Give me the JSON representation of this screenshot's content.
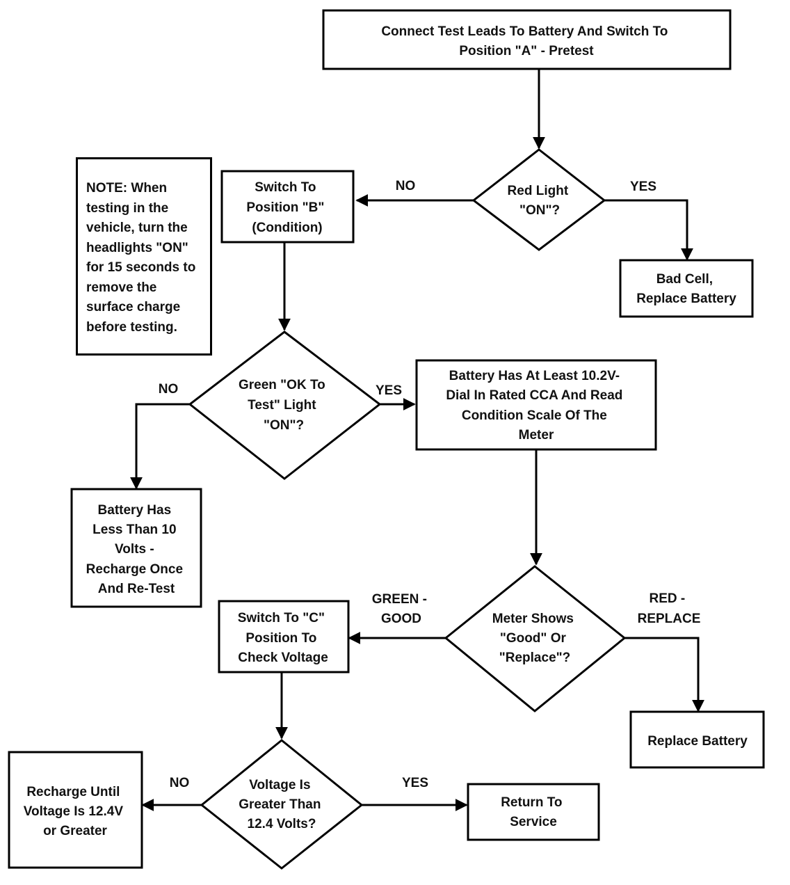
{
  "nodes": {
    "start": [
      "Connect Test Leads To Battery And Switch To",
      "Position \"A\" - Pretest"
    ],
    "red_light": [
      "Red Light",
      "\"ON\"?"
    ],
    "switch_b": [
      "Switch To",
      "Position \"B\"",
      "(Condition)"
    ],
    "bad_cell": [
      "Bad Cell,",
      "Replace Battery"
    ],
    "green_light": [
      "Green \"OK To",
      "Test\" Light",
      "\"ON\"?"
    ],
    "at_least": [
      "Battery Has At Least 10.2V-",
      "Dial In Rated CCA And Read",
      "Condition Scale Of The",
      "Meter"
    ],
    "less_than": [
      "Battery Has",
      "Less Than 10",
      "Volts -",
      "Recharge Once",
      "And Re-Test"
    ],
    "meter_shows": [
      "Meter Shows",
      "\"Good\" Or",
      "\"Replace\"?"
    ],
    "switch_c": [
      "Switch To \"C\"",
      "Position To",
      "Check Voltage"
    ],
    "replace_battery": [
      "Replace Battery"
    ],
    "voltage_q": [
      "Voltage Is",
      "Greater Than",
      "12.4 Volts?"
    ],
    "recharge_until": [
      "Recharge Until",
      "Voltage Is 12.4V",
      "or Greater"
    ],
    "return": [
      "Return To",
      "Service"
    ]
  },
  "edge_labels": {
    "red_no": "NO",
    "red_yes": "YES",
    "green_no": "NO",
    "green_yes": "YES",
    "meter_green": [
      "GREEN -",
      "GOOD"
    ],
    "meter_red": [
      "RED -",
      "REPLACE"
    ],
    "volt_no": "NO",
    "volt_yes": "YES"
  },
  "note": {
    "bold_prefix": "NOTE:",
    "text": " When testing in the vehicle, turn the headlights \"ON\" for 15 seconds to remove the surface charge before testing."
  }
}
